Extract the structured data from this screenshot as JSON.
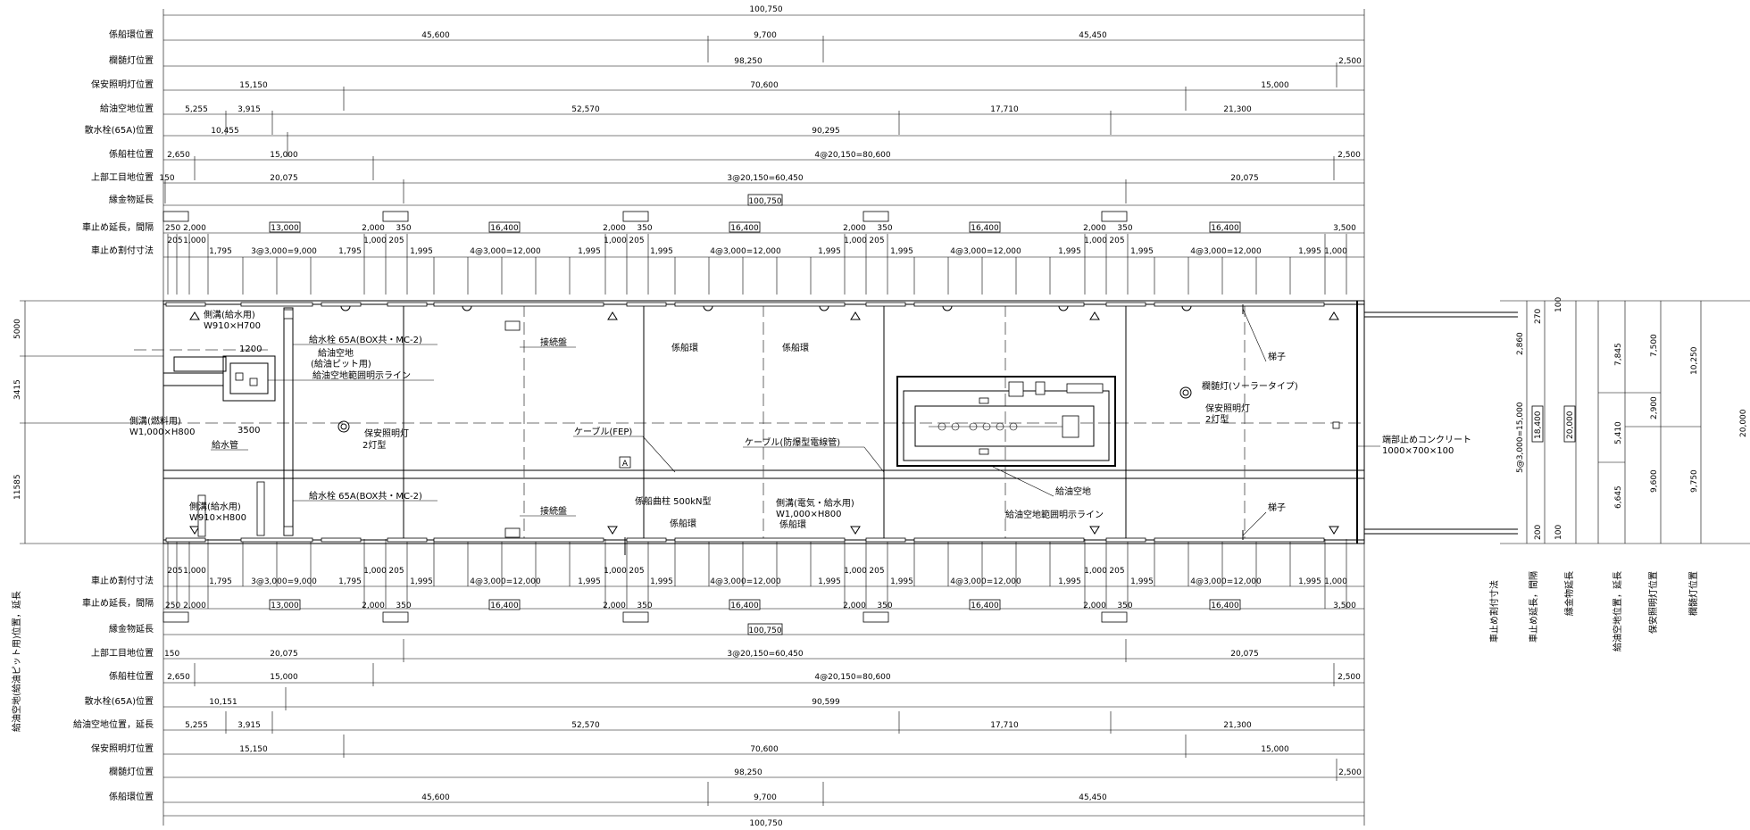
{
  "top_rows": [
    {
      "label": "係船環位置",
      "segments": [
        "45,600",
        "9,700",
        "45,450"
      ]
    },
    {
      "label": "欄髄灯位置",
      "segments": [
        "98,250",
        "2,500"
      ]
    },
    {
      "label": "保安照明灯位置",
      "segments": [
        "15,150",
        "70,600",
        "15,000"
      ]
    },
    {
      "label": "給油空地位置",
      "segments": [
        "5,255",
        "3,915",
        "52,570",
        "17,710",
        "21,300"
      ]
    },
    {
      "label": "散水栓(65A)位置",
      "segments": [
        "10,455",
        "90,295"
      ]
    },
    {
      "label": "係船柱位置",
      "segments": [
        "2,650",
        "15,000",
        "4@20,150=80,600",
        "2,500"
      ]
    },
    {
      "label": "上部工目地位置",
      "segments": [
        "150",
        "20,075",
        "3@20,150=60,450",
        "20,075"
      ]
    },
    {
      "label": "縁金物延長",
      "segments": [
        "100,750"
      ]
    },
    {
      "label": "車止め延長，間隔",
      "segments": [
        "250",
        "2,000",
        "13,000",
        "2,000",
        "350",
        "16,400",
        "2,000",
        "350",
        "16,400",
        "2,000",
        "350",
        "16,400",
        "2,000",
        "350",
        "16,400",
        "3,500"
      ]
    },
    {
      "label": "車止め割付寸法",
      "segments": [
        "205",
        "1,000",
        "1,795",
        "3@3,000=9,000",
        "1,795",
        "1,000",
        "205",
        "1,995",
        "4@3,000=12,000",
        "1,995",
        "1,000",
        "205",
        "1,995",
        "4@3,000=12,000",
        "1,995",
        "1,000",
        "205",
        "1,995",
        "4@3,000=12,000",
        "1,995",
        "1,000",
        "205",
        "1,995",
        "4@3,000=12,000",
        "1,995",
        "1,000"
      ]
    }
  ],
  "bottom_rows": [
    {
      "label": "車止め割付寸法",
      "segments": [
        "205",
        "1,000",
        "1,795",
        "3@3,000=9,000",
        "1,795",
        "1,000",
        "205",
        "1,995",
        "4@3,000=12,000",
        "1,995",
        "1,000",
        "205",
        "1,995",
        "4@3,000=12,000",
        "1,995",
        "1,000",
        "205",
        "1,995",
        "4@3,000=12,000",
        "1,995",
        "1,000",
        "205",
        "1,995",
        "4@3,000=12,000",
        "1,995",
        "1,000"
      ]
    },
    {
      "label": "車止め延長，間隔",
      "segments": [
        "250",
        "2,000",
        "13,000",
        "2,000",
        "350",
        "16,400",
        "2,000",
        "350",
        "16,400",
        "2,000",
        "350",
        "16,400",
        "2,000",
        "350",
        "16,400",
        "3,500"
      ]
    },
    {
      "label": "縁金物延長",
      "segments": [
        "100,750"
      ]
    },
    {
      "label": "上部工目地位置",
      "segments": [
        "150",
        "20,075",
        "3@20,150=60,450",
        "20,075"
      ]
    },
    {
      "label": "係船柱位置",
      "segments": [
        "2,650",
        "15,000",
        "4@20,150=80,600",
        "2,500"
      ]
    },
    {
      "label": "散水栓(65A)位置",
      "segments": [
        "10,151",
        "90,599"
      ]
    },
    {
      "label": "給油空地位置，延長",
      "segments": [
        "5,255",
        "3,915",
        "52,570",
        "17,710",
        "21,300"
      ]
    },
    {
      "label": "保安照明灯位置",
      "segments": [
        "15,150",
        "70,600",
        "15,000"
      ]
    },
    {
      "label": "欄髄灯位置",
      "segments": [
        "98,250",
        "2,500"
      ]
    },
    {
      "label": "係船環位置",
      "segments": [
        "45,600",
        "9,700",
        "45,450"
      ]
    }
  ],
  "overall_top": "100,750",
  "overall_bottom": "100,750",
  "side_vertical_label": "給油空地(給油ピット用)位置，延長",
  "left_dims": [
    "5000",
    "3415",
    "11585"
  ],
  "callouts": {
    "gutter_supply_top": "側溝(給水用)",
    "gutter_supply_top_size": "W910×H700",
    "hydrant_top": "給水栓 65A(BOX共・MC-2)",
    "fuel_space": "給油空地",
    "fuel_pit": "(給油ピット用)",
    "fuel_range_line": "給油空地範囲明示ライン",
    "dim_1200": "1200",
    "gutter_fuel": "側溝(燃料用)",
    "gutter_fuel_size": "W1,000×H800",
    "dim_3500": "3500",
    "supply_pipe": "給水管",
    "security_light": "保安照明灯",
    "security_light_type": "2灯型",
    "junction_top": "接続盤",
    "mooring_ring_1": "係船環",
    "mooring_ring_2": "係船環",
    "cable_fep": "ケーブル(FEP)",
    "cable_explosion": "ケーブル(防爆型電線管)",
    "section_mark": "A",
    "ladder_top": "梯子",
    "solar_light": "欄髄灯(ソーラータイプ)",
    "security_light_r": "保安照明灯",
    "security_light_r_type": "2灯型",
    "end_stop": "端部止めコンクリート",
    "end_stop_size": "1000×700×100",
    "fuel_space_2": "給油空地",
    "fuel_range_line_2": "給油空地範囲明示ライン",
    "ladder_bottom": "梯子",
    "gutter_supply_bot": "側溝(給水用)",
    "gutter_supply_bot_size": "W910×H800",
    "hydrant_bot": "給水栓 65A(BOX共・MC-2)",
    "junction_bot": "接続盤",
    "bollard": "係船曲柱 500kN型",
    "mooring_ring_3": "係船環",
    "gutter_elec": "側溝(電気・給水用)",
    "gutter_elec_size": "W1,000×H800",
    "mooring_ring_4": "係船環"
  },
  "right_dims": {
    "d270": "270",
    "d2860": "2,860",
    "d5x3000": "5@3,000=15,000",
    "d18400": "18,400",
    "d20000": "20,000",
    "d7845": "7,845",
    "d5410": "5,410",
    "d6645": "6,645",
    "d7500": "7,500",
    "d2900": "2,900",
    "d9600": "9,600",
    "d10250": "10,250",
    "d9750": "9,750",
    "d20000b": "20,000",
    "d200": "200",
    "d100a": "100",
    "d100b": "100"
  },
  "right_labels": [
    "車止め割付寸法",
    "車止め延長，間隔",
    "縁金物延長",
    "給油空地位置，延長",
    "保安照明灯位置",
    "欄髄灯位置"
  ]
}
